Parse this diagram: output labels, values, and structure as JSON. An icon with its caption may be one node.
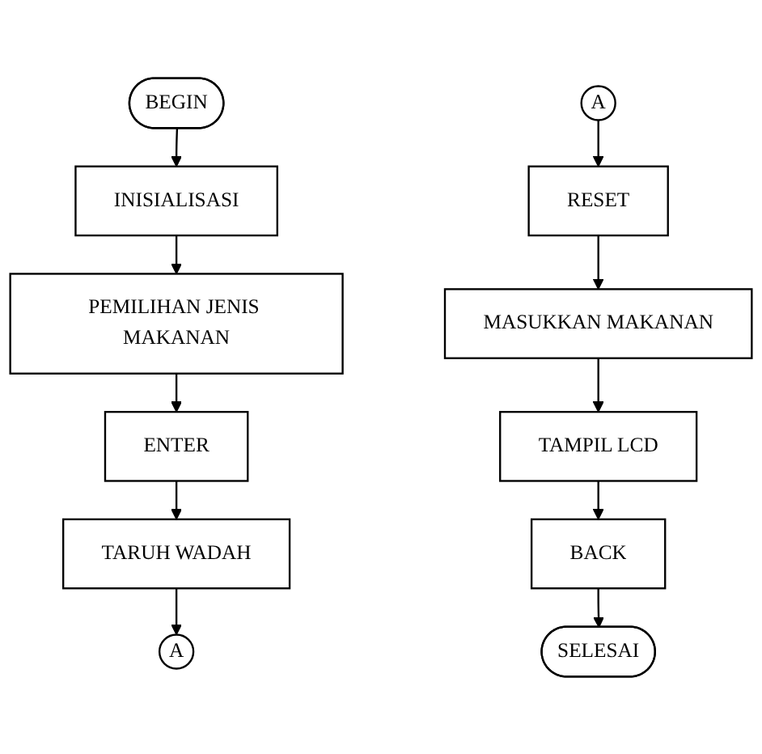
{
  "diagram": {
    "nodes": [
      {
        "text": [
          "BEGIN"
        ]
      },
      {
        "text": [
          "INISIALISASI"
        ]
      },
      {
        "text": [
          "PEMILIHAN JENIS MAKANAN"
        ]
      },
      {
        "text": [
          "ENTER"
        ]
      },
      {
        "text": [
          "TARUH WADAH"
        ]
      },
      {
        "text": [
          "A"
        ]
      },
      {
        "text": [
          "A"
        ]
      },
      {
        "text": [
          "RESET"
        ]
      },
      {
        "text": [
          "MASUKKAN MAKANAN"
        ]
      },
      {
        "text": [
          "TAMPIL LCD"
        ]
      },
      {
        "text": [
          "BACK"
        ]
      },
      {
        "text": [
          "SELESAI"
        ]
      }
    ],
    "edges": [
      {
        "from": 0,
        "to": 1,
        "arrow": "to"
      },
      {
        "from": 1,
        "to": 2,
        "arrow": "to"
      },
      {
        "from": 2,
        "to": 3,
        "arrow": "to"
      },
      {
        "from": 3,
        "to": 4,
        "arrow": "to"
      },
      {
        "from": 4,
        "to": 5,
        "arrow": "to"
      },
      {
        "from": 6,
        "to": 7,
        "arrow": "to"
      },
      {
        "from": 7,
        "to": 8,
        "arrow": "to"
      },
      {
        "from": 8,
        "to": 9,
        "arrow": "to"
      },
      {
        "from": 9,
        "to": 10,
        "arrow": "to"
      },
      {
        "from": 10,
        "to": 11,
        "arrow": "to"
      }
    ]
  }
}
